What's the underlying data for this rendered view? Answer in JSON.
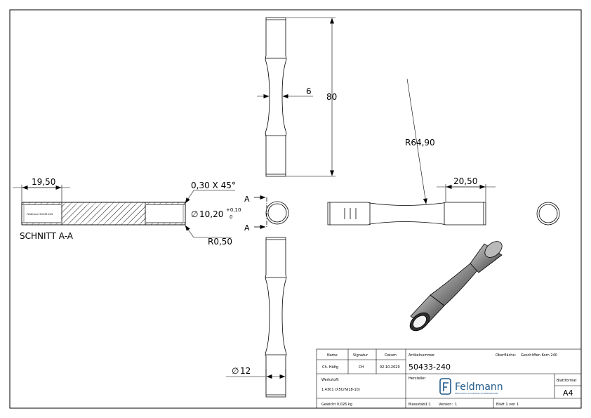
{
  "dimensions": {
    "width_neck": "6",
    "length": "80",
    "radius": "R64,90",
    "end_length_right": "20,50",
    "end_length_left": "19,50",
    "chamfer": "0,30 X 45°",
    "bore_diameter": "10,20",
    "tol_upper": "+0,10",
    "tol_lower": "0",
    "fillet": "R0,50",
    "outer_diameter": "12",
    "diameter_symbol": "∅"
  },
  "section": {
    "label": "SCHNITT A-A",
    "arrow_top": "A",
    "arrow_bottom": "A",
    "engraving": "Feldmann 50433-240"
  },
  "title_block": {
    "name_label": "Name",
    "signature_label": "Signatur",
    "date_label": "Datum",
    "name_value": "Ch. Häfig",
    "signature_value": "CH",
    "date_value": "02.10.2020",
    "article_label": "Artikelnummer",
    "article_value": "50433-240",
    "surface_label": "Oberfläche:",
    "surface_value": "Geschliffen Korn 240",
    "material_label": "Werkstoff:",
    "material_value": "1.4301 (X5CrNi18-10)",
    "manufacturer_label": "Hersteller",
    "logo_text": "Feldmann",
    "logo_tagline": "EDELSTAHL ALUMINIUM SCHMIEDEEISEN",
    "format_label": "Blattformat",
    "format_value": "A4",
    "weight": "Gewicht 0.026 kg",
    "scale_label": "Massstab:",
    "scale_value": "1:1",
    "version_label": "Version:",
    "version_value": "1",
    "sheet_label": "Blatt 1 von 1"
  },
  "colors": {
    "line": "#000000",
    "part_fill": "#ffffff",
    "shade_dark": "#3c3c3c",
    "shade_mid": "#8a8a8a",
    "shade_light": "#c8c8c8",
    "logo": "#1f5a8a"
  }
}
